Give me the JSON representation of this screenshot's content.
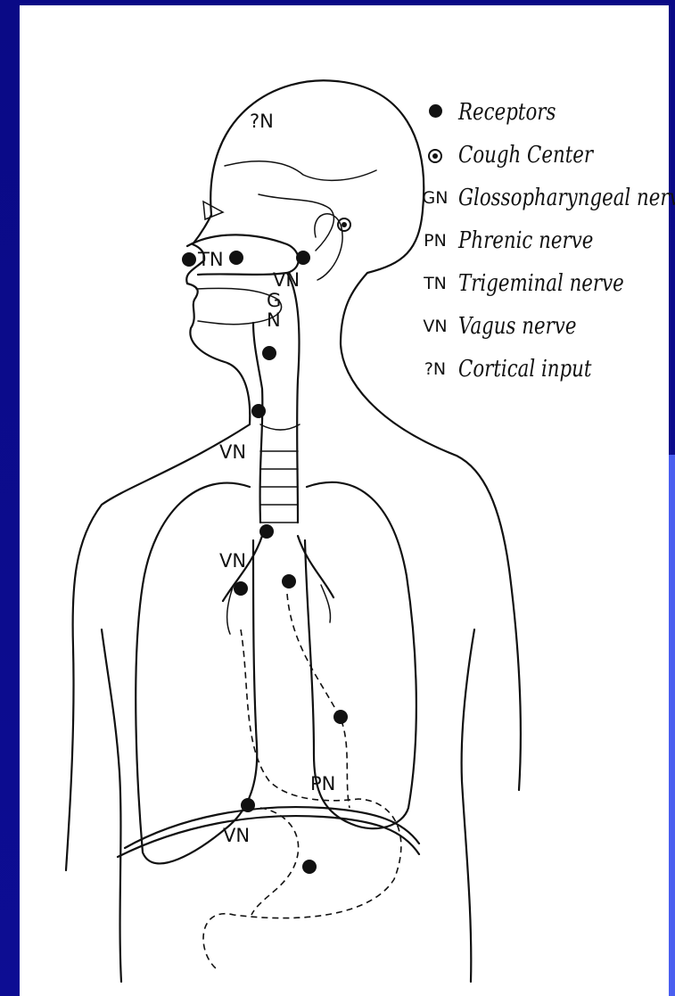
{
  "legend": [
    {
      "symbol": "",
      "icon": "filled-dot",
      "text": "Receptors"
    },
    {
      "symbol": "",
      "icon": "ringed-dot",
      "text": "Cough Center"
    },
    {
      "symbol": "GN",
      "icon": "",
      "text": "Glossopharyngeal nerve"
    },
    {
      "symbol": "PN",
      "icon": "",
      "text": "Phrenic nerve"
    },
    {
      "symbol": "TN",
      "icon": "",
      "text": "Trigeminal nerve"
    },
    {
      "symbol": "VN",
      "icon": "",
      "text": "Vagus nerve"
    },
    {
      "symbol": "?N",
      "icon": "",
      "text": "Cortical input"
    }
  ],
  "labels": {
    "cortical": "?N",
    "trigeminal": "TN",
    "vagus_ear": "VN",
    "glosso_g": "G",
    "glosso_n": "N",
    "vagus_larynx": "VN",
    "vagus_bronchi": "VN",
    "phrenic": "PN",
    "vagus_abdomen": "VN"
  },
  "colors": {
    "slide_background": "#0b0b8c",
    "slide_edge": "#4a5ff0",
    "panel": "#ffffff",
    "ink": "#111111"
  }
}
